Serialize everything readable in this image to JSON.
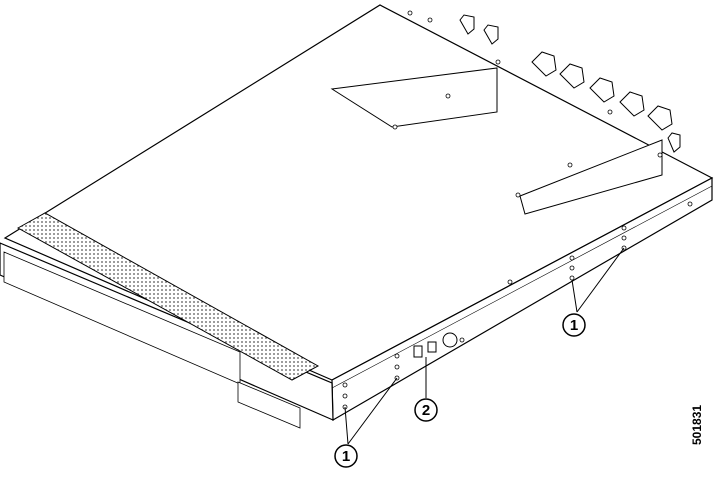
{
  "figure": {
    "figure_id": "501831",
    "callouts": [
      {
        "number": "1"
      },
      {
        "number": "1"
      },
      {
        "number": "2"
      }
    ],
    "colors": {
      "line": "#000000",
      "panel": "#ffffff",
      "shadow": "#cccccc"
    }
  }
}
